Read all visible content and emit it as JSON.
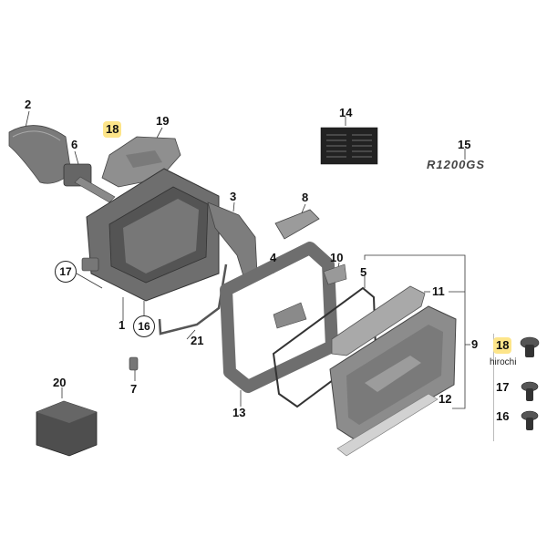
{
  "callouts": {
    "c1": "1",
    "c2": "2",
    "c3": "3",
    "c4": "4",
    "c5": "5",
    "c6": "6",
    "c7": "7",
    "c8": "8",
    "c9": "9",
    "c10": "10",
    "c11": "11",
    "c12": "12",
    "c13": "13",
    "c14": "14",
    "c15": "15",
    "c16": "16",
    "c17": "17",
    "c18": "18",
    "c19": "19",
    "c20": "20",
    "c21": "21",
    "side18": "18",
    "side17": "17",
    "side16": "16"
  },
  "emblem_text": "R1200GS",
  "watermark": "hirochi",
  "colors": {
    "part_dark": "#6e6e6e",
    "part_mid": "#9a9a9a",
    "part_light": "#c9c9c9",
    "highlight": "#fde58a",
    "line": "#333333"
  }
}
